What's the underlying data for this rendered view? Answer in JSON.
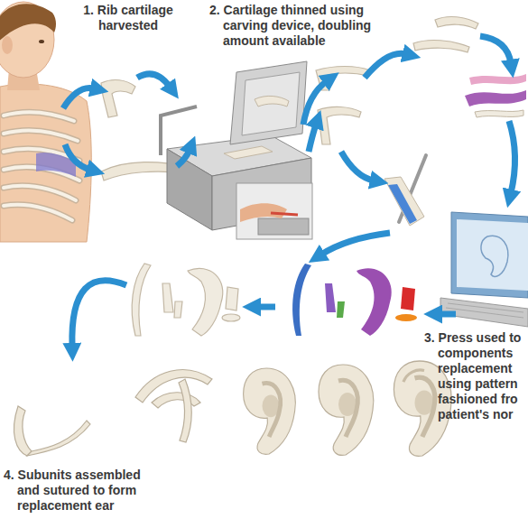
{
  "diagram": {
    "labels": [
      "1. Rib cartilage harvested",
      "2. Cartilage thinned using carving device, doubling amount available",
      "3. Press used to components replacement using pattern fashioned fro patient's nor",
      "4. Subunits assembled and sutured to form replacement ear"
    ]
  }
}
